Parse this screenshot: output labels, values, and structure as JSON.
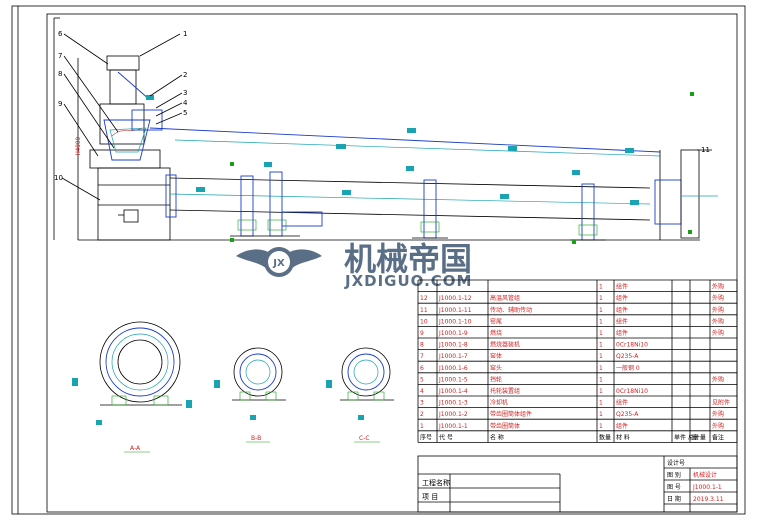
{
  "drawing": {
    "height_dim": "H4000",
    "section_labels": [
      "A-A",
      "B-B",
      "C-C"
    ],
    "callouts": [
      "1",
      "2",
      "3",
      "4",
      "5",
      "6",
      "7",
      "8",
      "9",
      "10",
      "11"
    ]
  },
  "watermark": {
    "cn": "机械帝国",
    "en": "JXDIGUO.COM",
    "badge": "JX"
  },
  "bom": {
    "rows": [
      {
        "no": "",
        "code": "",
        "name": "",
        "qty": "1",
        "mat": "组件",
        "w1": "",
        "w2": "",
        "note": "外购"
      },
      {
        "no": "12",
        "code": "J1000.1-12",
        "name": "高温风管组",
        "qty": "1",
        "mat": "组件",
        "w1": "",
        "w2": "",
        "note": "外购"
      },
      {
        "no": "11",
        "code": "J1000.1-11",
        "name": "传动、辅助传动",
        "qty": "1",
        "mat": "组件",
        "w1": "",
        "w2": "",
        "note": "外购"
      },
      {
        "no": "10",
        "code": "J1000.1-10",
        "name": "窑尾",
        "qty": "1",
        "mat": "组件",
        "w1": "",
        "w2": "",
        "note": "外购"
      },
      {
        "no": "9",
        "code": "J1000.1-9",
        "name": "燃烧",
        "qty": "1",
        "mat": "组件",
        "w1": "",
        "w2": "",
        "note": "外购"
      },
      {
        "no": "8",
        "code": "J1000.1-8",
        "name": "燃烧器装机",
        "qty": "1",
        "mat": "0Cr18Ni10",
        "w1": "",
        "w2": "",
        "note": ""
      },
      {
        "no": "7",
        "code": "J1000.1-7",
        "name": "窑体",
        "qty": "1",
        "mat": "Q235-A",
        "w1": "",
        "w2": "",
        "note": ""
      },
      {
        "no": "6",
        "code": "J1000.1-6",
        "name": "窑头",
        "qty": "1",
        "mat": "一般钢 0",
        "w1": "",
        "w2": "",
        "note": ""
      },
      {
        "no": "5",
        "code": "J1000.1-5",
        "name": "挡轮",
        "qty": "1",
        "mat": "",
        "w1": "",
        "w2": "",
        "note": "外购"
      },
      {
        "no": "4",
        "code": "J1000.1-4",
        "name": "托轮装置组",
        "qty": "1",
        "mat": "0Cr18Ni10",
        "w1": "",
        "w2": "",
        "note": ""
      },
      {
        "no": "3",
        "code": "J1000.1-3",
        "name": "冷却机",
        "qty": "1",
        "mat": "组件",
        "w1": "",
        "w2": "",
        "note": "见附件"
      },
      {
        "no": "2",
        "code": "J1000.1-2",
        "name": "带齿圈筒体组件",
        "qty": "1",
        "mat": "Q235-A",
        "w1": "",
        "w2": "",
        "note": "外购"
      },
      {
        "no": "1",
        "code": "J1000.1-1",
        "name": "带齿圈筒体",
        "qty": "1",
        "mat": "组件",
        "w1": "",
        "w2": "",
        "note": "外购"
      }
    ],
    "header": {
      "no": "序号",
      "code": "代 号",
      "name": "名 称",
      "qty": "数量",
      "mat": "材 料",
      "w1": "单件 总计",
      "w2": "重 量",
      "note": "备注"
    }
  },
  "title_block": {
    "project_name_label": "工程名称",
    "item_label": "项 目",
    "r1": "设计号",
    "r2a": "图 别",
    "r2b": "机械设计",
    "r3a": "图 号",
    "r3b": "J1000.1-1",
    "r4a": "日 期",
    "r4b": "2019.3.11"
  }
}
